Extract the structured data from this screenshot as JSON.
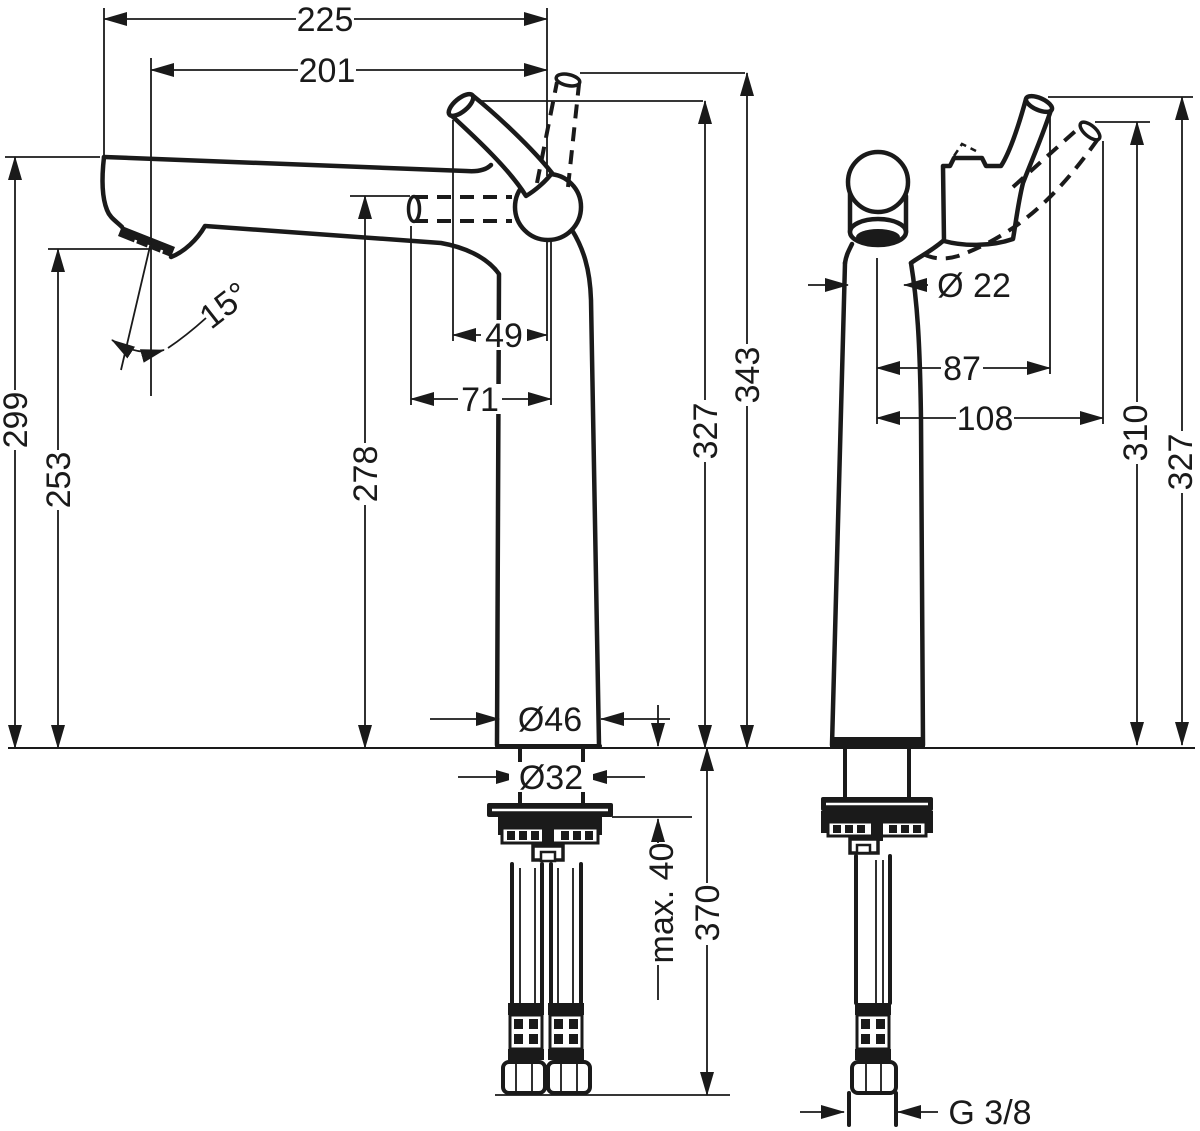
{
  "colors": {
    "line": "#1a1a1a",
    "background": "#ffffff"
  },
  "views": {
    "front": {
      "dims": {
        "reach_overall": "225",
        "reach_aerator": "201",
        "height_spout": "299",
        "height_outlet": "253",
        "aerator_angle": "15°",
        "handle_offset": "49",
        "pipe_offset": "71",
        "pipe_height": "278",
        "handle_height": "327",
        "handle_height_max": "343",
        "base_diameter": "Ø46",
        "shank_diameter": "Ø32",
        "deck_thickness": "max. 40",
        "hose_length": "370"
      }
    },
    "side": {
      "dims": {
        "pipe_diameter": "Ø 22",
        "handle_depth": "87",
        "handle_depth_max": "108",
        "handle_height_tilted": "310",
        "handle_height": "327",
        "connection_thread": "G 3/8"
      }
    }
  }
}
